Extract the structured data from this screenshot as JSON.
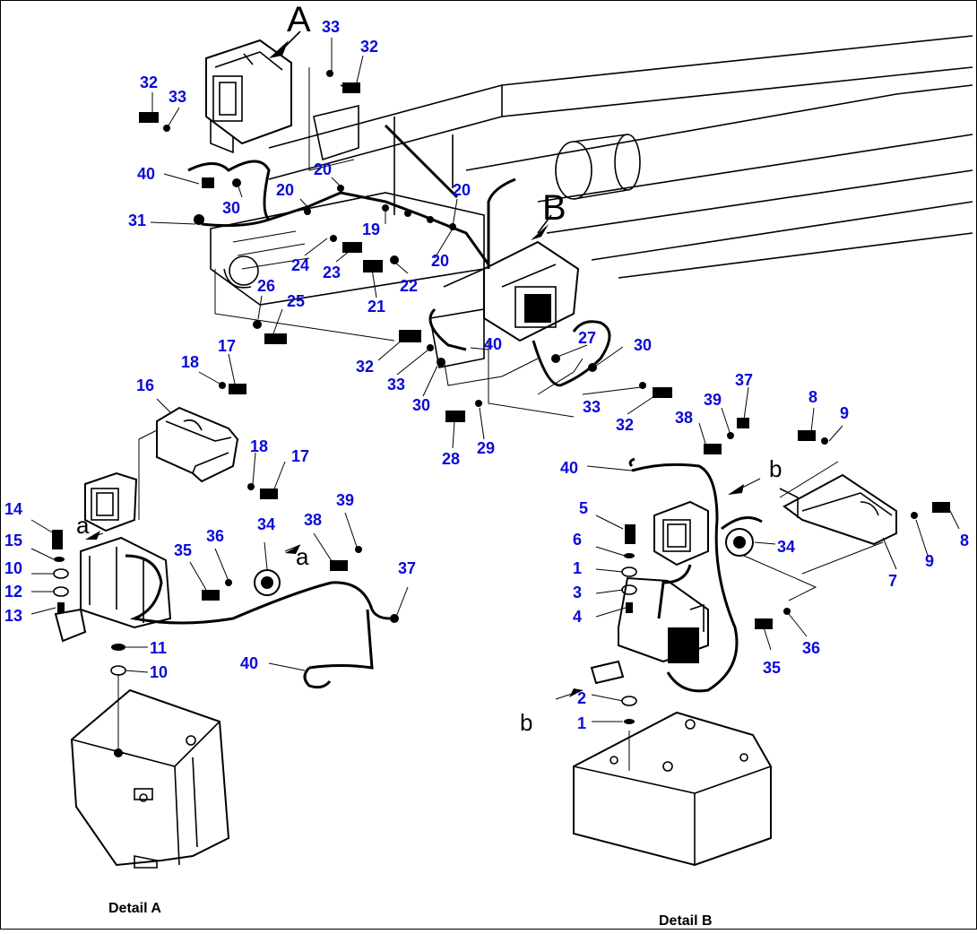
{
  "captions": {
    "detail_a": "Detail A",
    "detail_b": "Detail B"
  },
  "view_letters": {
    "A": "A",
    "B": "B",
    "a1": "a",
    "a2": "a",
    "b1": "b",
    "b2": "b"
  },
  "callouts": [
    "33",
    "32",
    "32",
    "33",
    "40",
    "20",
    "30",
    "20",
    "31",
    "19",
    "20",
    "24",
    "23",
    "21",
    "22",
    "20",
    "26",
    "25",
    "32",
    "33",
    "40",
    "27",
    "30",
    "30",
    "33",
    "32",
    "28",
    "29",
    "18",
    "17",
    "16",
    "18",
    "17",
    "14",
    "15",
    "10",
    "12",
    "13",
    "11",
    "10",
    "35",
    "36",
    "34",
    "38",
    "39",
    "37",
    "40",
    "37",
    "39",
    "38",
    "8",
    "9",
    "40",
    "5",
    "6",
    "1",
    "3",
    "4",
    "2",
    "1",
    "34",
    "7",
    "9",
    "8",
    "35",
    "36"
  ]
}
